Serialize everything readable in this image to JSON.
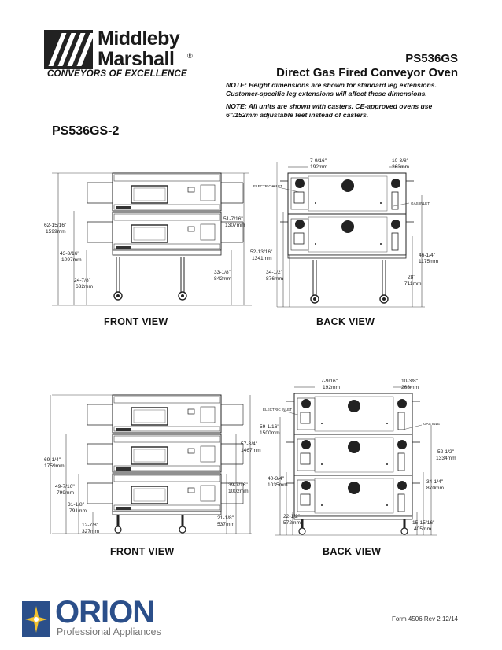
{
  "header": {
    "brand_line1": "Middleby",
    "brand_line2": "Marshall",
    "registered": "®",
    "tagline": "CONVEYORS OF EXCELLENCE",
    "model_code": "PS536GS",
    "model_title": "Direct Gas Fired Conveyor Oven",
    "note1": "NOTE: Height dimensions are shown for standard leg extensions. Customer-specific leg extensions will affect these dimensions.",
    "note2": "NOTE: All units are shown with casters. CE-approved ovens use 6\"/152mm adjustable feet instead of casters."
  },
  "variant_label": "PS536GS-2",
  "top_section": {
    "front_label": "FRONT VIEW",
    "back_label": "BACK VIEW",
    "front_dims": {
      "overall_height": [
        "62-15/16\"",
        "1599mm"
      ],
      "mid_height": [
        "43-3/16\"",
        "1097mm"
      ],
      "lower_height": [
        "24-7/8\"",
        "632mm"
      ],
      "right_top": [
        "51-7/16\"",
        "1307mm"
      ],
      "right_low": [
        "33-1/8\"",
        "842mm"
      ]
    },
    "back_dims": {
      "top_left": [
        "7-9/16\"",
        "192mm"
      ],
      "top_right": [
        "10-3/8\"",
        "263mm"
      ],
      "electric_inlet": "ELECTRIC INLET",
      "gas_inlet": "GAS INLET",
      "left_height": [
        "52-13/16\"",
        "1341mm"
      ],
      "left_low": [
        "34-1/2\"",
        "876mm"
      ],
      "right_mid": [
        "46-1/4\"",
        "1175mm"
      ],
      "right_low": [
        "28\"",
        "711mm"
      ]
    }
  },
  "bottom_section": {
    "front_label": "FRONT VIEW",
    "back_label": "BACK VIEW",
    "front_dims": {
      "overall_height": [
        "69-1/4\"",
        "1759mm"
      ],
      "upper": [
        "49-7/16\"",
        "799mm"
      ],
      "mid": [
        "31-1/8\"",
        "791mm"
      ],
      "low": [
        "12-7/8\"",
        "327mm"
      ],
      "right_top": [
        "57-3/4\"",
        "1467mm"
      ],
      "right_mid": [
        "39-7/16\"",
        "1002mm"
      ],
      "right_low": [
        "21-1/8\"",
        "537mm"
      ]
    },
    "back_dims": {
      "top_left": [
        "7-9/16\"",
        "192mm"
      ],
      "top_right": [
        "10-3/8\"",
        "263mm"
      ],
      "electric_inlet": "ELECTRIC INLET",
      "gas_inlet": "GAS INLET",
      "left_top": [
        "59-1/16\"",
        "1500mm"
      ],
      "left_mid": [
        "40-3/4\"",
        "1035mm"
      ],
      "left_low": [
        "22-1/2\"",
        "572mm"
      ],
      "right_top": [
        "52-1/2\"",
        "1334mm"
      ],
      "right_mid": [
        "34-1/4\"",
        "870mm"
      ],
      "right_low": [
        "15-15/16\"",
        "405mm"
      ]
    }
  },
  "footer": {
    "brand": "ORION",
    "sub": "Professional Appliances",
    "form": "Form 4506 Rev 2 12/14"
  }
}
